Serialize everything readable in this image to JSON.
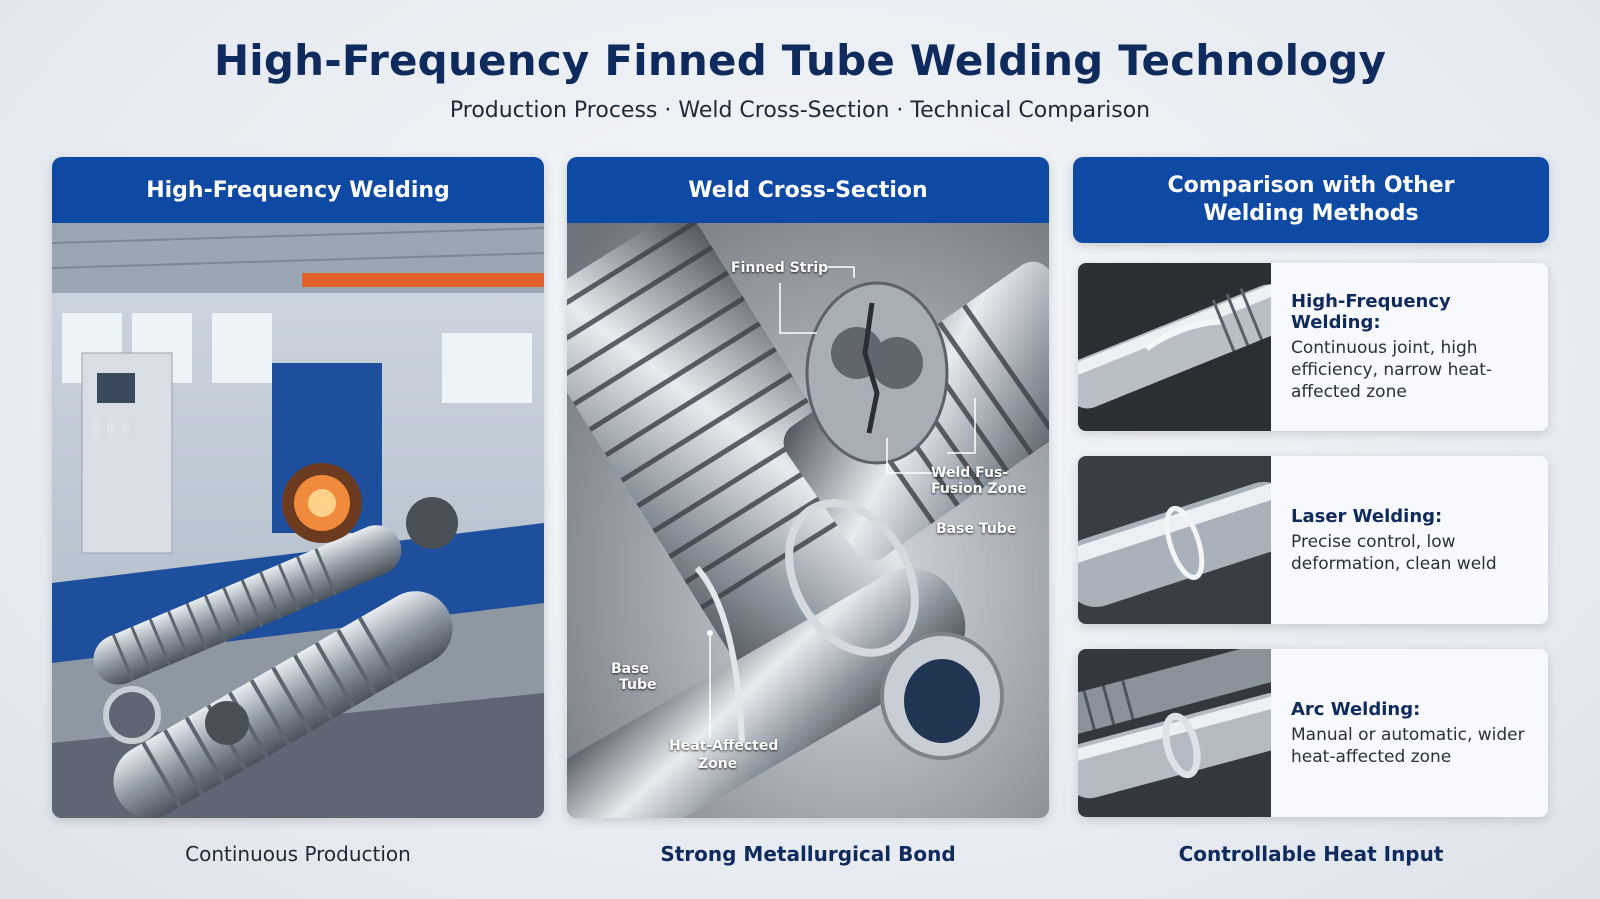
{
  "header": {
    "title": "High-Frequency Finned Tube Welding Technology",
    "subtitle": "Production Process · Weld Cross-Section · Technical Comparison"
  },
  "panels": [
    {
      "title": "High-Frequency Welding",
      "caption": "Continuous Production"
    },
    {
      "title": "Weld Cross-Section",
      "caption": "Strong Metallurgical Bond",
      "labels": {
        "finned_strip": "Finned Strip",
        "weld_fusion_1": "Weld Fus-",
        "weld_fusion_2": "Fusion Zone",
        "base_tube_right": "Base Tube",
        "base_tube_left_1": "Base",
        "base_tube_left_2": "Tube",
        "haz_1": "Heat-Affected",
        "haz_2": "Zone"
      }
    },
    {
      "title_1": "Comparison with Other",
      "title_2": "Welding Methods",
      "caption": "Controllable Heat Input"
    }
  ],
  "comparison": [
    {
      "title": "High-Frequency Welding:",
      "desc": "Continuous joint, high efficiency, narrow heat-affected zone"
    },
    {
      "title": "Laser Welding:",
      "desc": "Precise control, low deformation, clean weld"
    },
    {
      "title": "Arc Welding:",
      "desc": "Manual or automatic, wider heat-affected zone"
    }
  ],
  "colors": {
    "header_blue": "#0e4aa3",
    "title_navy": "#0f2a5c"
  }
}
